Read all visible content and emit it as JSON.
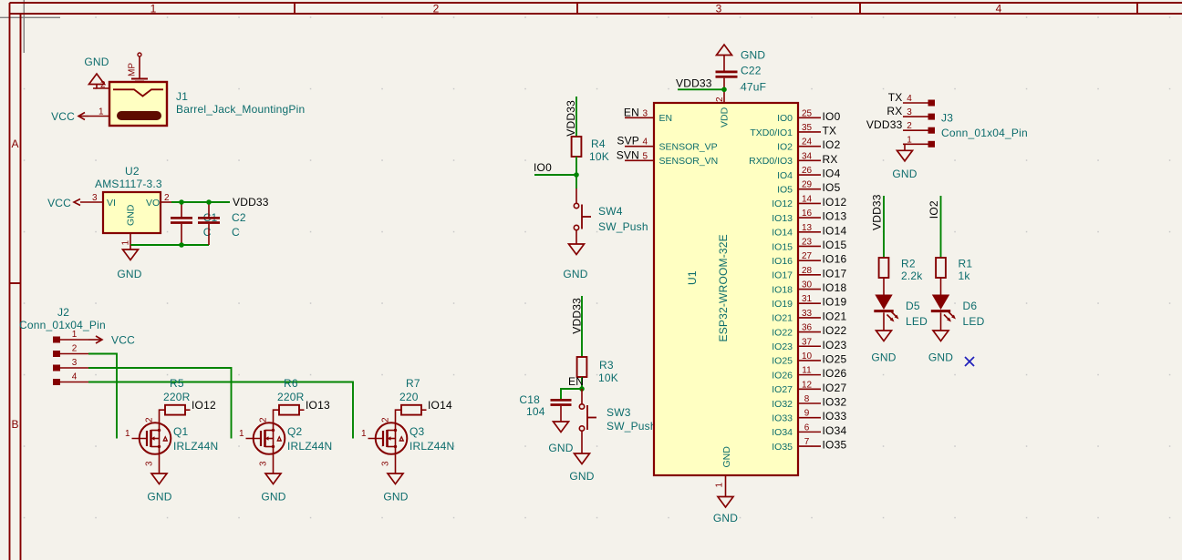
{
  "sheet": {
    "cols": [
      "1",
      "2",
      "3",
      "4"
    ],
    "rows": [
      "A",
      "B"
    ]
  },
  "colors": {
    "outline": "#840000",
    "wire": "#008400",
    "field": "#0C6C6C",
    "label": "#000000",
    "symbol_fill": "#FFFFC2",
    "dnp": "#2222BB"
  },
  "j1": {
    "ref": "J1",
    "value": "Barrel_Jack_MountingPin",
    "pin1": "1",
    "pin2": "2",
    "mp_pin": "MP",
    "gnd": "GND",
    "vcc": "VCC"
  },
  "u2": {
    "ref": "U2",
    "value": "AMS1117-3.3",
    "pin_vi": "VI",
    "pin_vo": "VO",
    "pin_gnd": "GND",
    "n1": "1",
    "n2": "2",
    "n3": "3",
    "vcc": "VCC",
    "vdd33": "VDD33",
    "gnd": "GND"
  },
  "c1": {
    "ref": "C1",
    "value": "C"
  },
  "c2": {
    "ref": "C2",
    "value": "C"
  },
  "j2": {
    "ref": "J2",
    "value": "Conn_01x04_Pin",
    "pins": [
      "1",
      "2",
      "3",
      "4"
    ],
    "vcc": "VCC"
  },
  "drivers": [
    {
      "r_ref": "R5",
      "r_val": "220R",
      "net": "IO12",
      "q_ref": "Q1",
      "q_val": "IRLZ44N",
      "g": "1",
      "d": "2",
      "s": "3",
      "gnd": "GND"
    },
    {
      "r_ref": "R6",
      "r_val": "220R",
      "net": "IO13",
      "q_ref": "Q2",
      "q_val": "IRLZ44N",
      "g": "1",
      "d": "2",
      "s": "3",
      "gnd": "GND"
    },
    {
      "r_ref": "R7",
      "r_val": "220",
      "net": "IO14",
      "q_ref": "Q3",
      "q_val": "IRLZ44N",
      "g": "1",
      "d": "2",
      "s": "3",
      "gnd": "GND"
    }
  ],
  "io0": {
    "vdd33": "VDD33",
    "r_ref": "R4",
    "r_val": "10K",
    "net": "IO0",
    "sw_ref": "SW4",
    "sw_val": "SW_Push",
    "gnd": "GND"
  },
  "en": {
    "vdd33": "VDD33",
    "r_ref": "R3",
    "r_val": "10K",
    "net": "EN",
    "c_ref": "C18",
    "c_val": "104",
    "sw_ref": "SW3",
    "sw_val": "SW_Push",
    "gnd_c": "GND",
    "gnd_sw": "GND"
  },
  "esp32": {
    "ref": "U1",
    "value": "ESP32-WROOM-32E",
    "top": {
      "num": "2",
      "name": "VDD",
      "vdd33": "VDD33",
      "gnd": "GND",
      "c_ref": "C22",
      "c_val": "47uF"
    },
    "bottom": {
      "num": "1",
      "name": "GND",
      "gnd": "GND"
    },
    "left_pins": [
      {
        "row": 0,
        "net": "EN",
        "num": "3",
        "name": "EN"
      },
      {
        "row": 2,
        "net": "SVP",
        "num": "4",
        "name": "SENSOR_VP"
      },
      {
        "row": 3,
        "net": "SVN",
        "num": "5",
        "name": "SENSOR_VN"
      }
    ],
    "right_pins": [
      {
        "num": "25",
        "name": "IO0",
        "net": "IO0"
      },
      {
        "num": "35",
        "name": "TXD0/IO1",
        "net": "TX"
      },
      {
        "num": "24",
        "name": "IO2",
        "net": "IO2"
      },
      {
        "num": "34",
        "name": "RXD0/IO3",
        "net": "RX"
      },
      {
        "num": "26",
        "name": "IO4",
        "net": "IO4"
      },
      {
        "num": "29",
        "name": "IO5",
        "net": "IO5"
      },
      {
        "num": "14",
        "name": "IO12",
        "net": "IO12"
      },
      {
        "num": "16",
        "name": "IO13",
        "net": "IO13"
      },
      {
        "num": "13",
        "name": "IO14",
        "net": "IO14"
      },
      {
        "num": "23",
        "name": "IO15",
        "net": "IO15"
      },
      {
        "num": "27",
        "name": "IO16",
        "net": "IO16"
      },
      {
        "num": "28",
        "name": "IO17",
        "net": "IO17"
      },
      {
        "num": "30",
        "name": "IO18",
        "net": "IO18"
      },
      {
        "num": "31",
        "name": "IO19",
        "net": "IO19"
      },
      {
        "num": "33",
        "name": "IO21",
        "net": "IO21"
      },
      {
        "num": "36",
        "name": "IO22",
        "net": "IO22"
      },
      {
        "num": "37",
        "name": "IO23",
        "net": "IO23"
      },
      {
        "num": "10",
        "name": "IO25",
        "net": "IO25"
      },
      {
        "num": "11",
        "name": "IO26",
        "net": "IO26"
      },
      {
        "num": "12",
        "name": "IO27",
        "net": "IO27"
      },
      {
        "num": "8",
        "name": "IO32",
        "net": "IO32"
      },
      {
        "num": "9",
        "name": "IO33",
        "net": "IO33"
      },
      {
        "num": "6",
        "name": "IO34",
        "net": "IO34"
      },
      {
        "num": "7",
        "name": "IO35",
        "net": "IO35"
      }
    ]
  },
  "j3": {
    "ref": "J3",
    "value": "Conn_01x04_Pin",
    "rows": [
      {
        "net": "TX",
        "num": "4"
      },
      {
        "net": "RX",
        "num": "3"
      },
      {
        "net": "VDD33",
        "num": "2"
      },
      {
        "net": "",
        "num": "1"
      }
    ],
    "gnd": "GND"
  },
  "leds": [
    {
      "net": "VDD33",
      "r_ref": "R2",
      "r_val": "2.2k",
      "d_ref": "D5",
      "d_val": "LED",
      "gnd": "GND"
    },
    {
      "net": "IO2",
      "r_ref": "R1",
      "r_val": "1k",
      "d_ref": "D6",
      "d_val": "LED",
      "gnd": "GND"
    }
  ]
}
